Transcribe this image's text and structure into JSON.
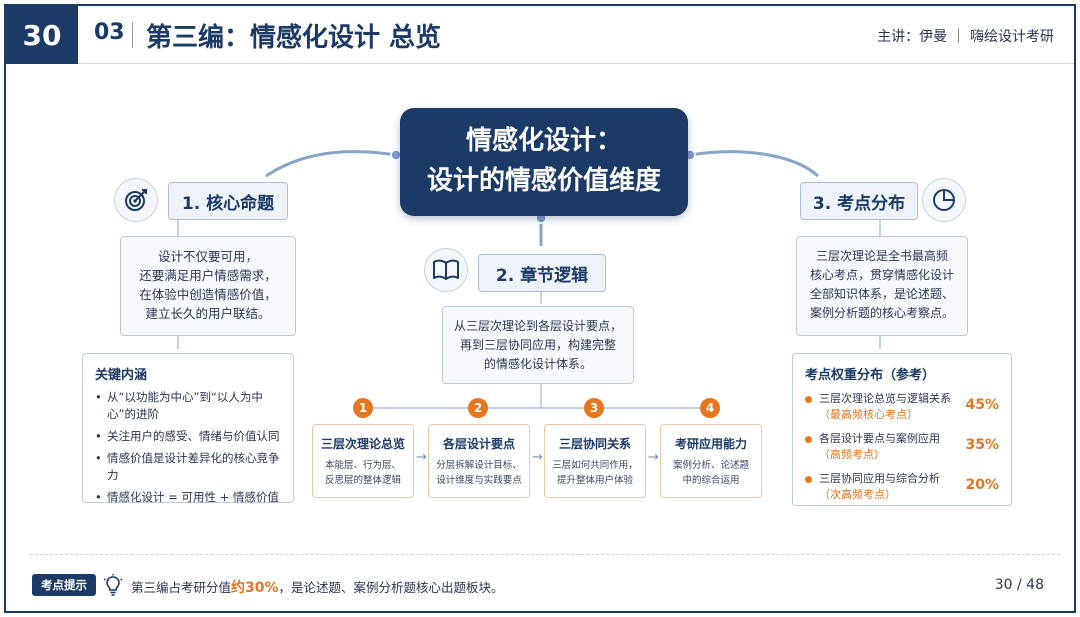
{
  "header": {
    "page_number": "30",
    "section_number": "03",
    "title": "第三编：情感化设计 总览",
    "right_text": "主讲：伊曼 ｜ 嗨绘设计考研"
  },
  "center": {
    "line1": "情感化设计：",
    "line2": "设计的情感价值维度"
  },
  "branch1": {
    "icon": "target-icon",
    "topic": "1. 核心命题",
    "desc": [
      "设计不仅要可用，",
      "还要满足用户情感需求，",
      "在体验中创造情感价值，",
      "建立长久的用户联结。"
    ],
    "key_points_title": "关键内涵",
    "key_points": [
      "从“以功能为中心”到“以人为中心”的进阶",
      "关注用户的感受、情绪与价值认同",
      "情感价值是设计差异化的核心竞争力",
      "情感化设计 = 可用性 + 情感价值"
    ]
  },
  "branch2": {
    "icon": "book-icon",
    "topic": "2. 章节逻辑",
    "desc": [
      "从三层次理论到各层设计要点，",
      "再到三层协同应用，构建完整",
      "的情感化设计体系。"
    ],
    "steps": [
      {
        "num": "1",
        "title": "三层次理论总览",
        "desc": [
          "本能层、行为层、",
          "反思层的整体逻辑"
        ]
      },
      {
        "num": "2",
        "title": "各层设计要点",
        "desc": [
          "分层拆解设计目标、",
          "设计维度与实践要点"
        ]
      },
      {
        "num": "3",
        "title": "三层协同关系",
        "desc": [
          "三层如何共同作用，",
          "提升整体用户体验"
        ]
      },
      {
        "num": "4",
        "title": "考研应用能力",
        "desc": [
          "案例分析、论述题",
          "中的综合运用"
        ]
      }
    ]
  },
  "branch3": {
    "icon": "pie-chart-icon",
    "topic": "3. 考点分布",
    "desc": [
      "三层次理论是全书最高频",
      "核心考点，贯穿情感化设计",
      "全部知识体系，是论述题、",
      "案例分析题的核心考察点。"
    ],
    "weights_title": "考点权重分布（参考）",
    "weights": [
      {
        "label": "三层次理论总览与逻辑关系",
        "note": "（最高频核心考点）",
        "percent": "45%"
      },
      {
        "label": "各层设计要点与案例应用",
        "note": "（高频考点）",
        "percent": "35%"
      },
      {
        "label": "三层协同应用与综合分析",
        "note": "（次高频考点）",
        "percent": "20%"
      }
    ]
  },
  "footer": {
    "tip_badge": "考点提示",
    "tip_prefix": "第三编占考研分值",
    "tip_highlight": "约30%",
    "tip_suffix": "，是论述题、案例分析题核心出题板块。",
    "page_indicator": "30 / 48"
  },
  "colors": {
    "primary": "#1b3a66",
    "accent": "#e8761f",
    "box_border": "#b9cbe3"
  }
}
